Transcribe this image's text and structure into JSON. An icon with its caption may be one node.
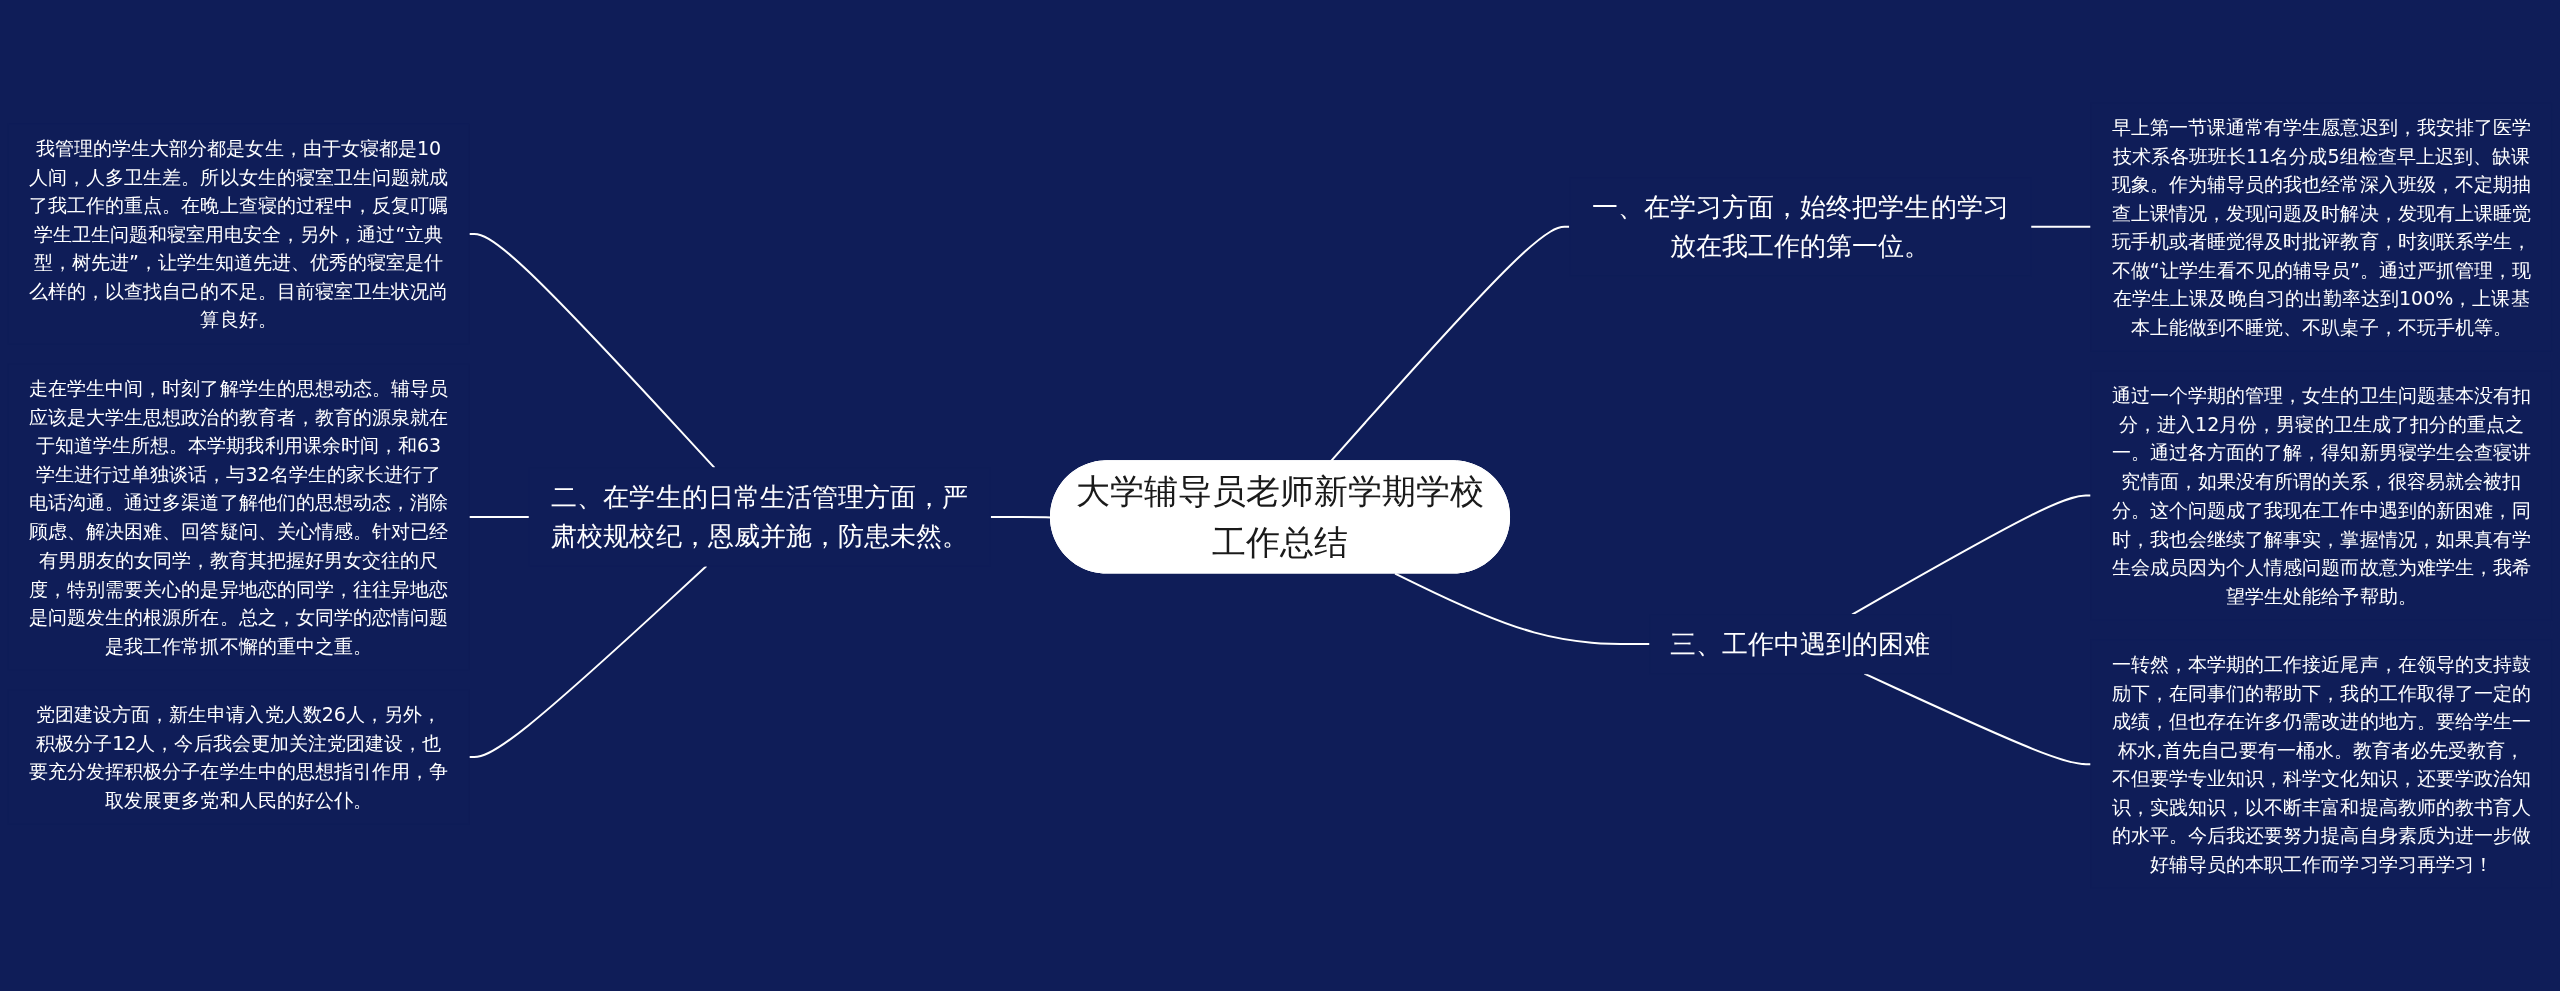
{
  "diagram": {
    "nodes": [
      {
        "text": [
          "大学辅导员老师新学期学校工作总结"
        ]
      },
      {
        "text": [
          "一、在学习方面，始终把学生的学习放在我工作的第一位。"
        ]
      },
      {
        "text": [
          "早上第一节课通常有学生愿意迟到，我安排了医学技术系各班班长11名分成5组检查早上迟到、缺课现象。作为辅导员的我也经常深入班级，不定期抽查上课情况，发现问题及时解决，发现有上课睡觉玩手机或者睡觉得及时批评教育，时刻联系学生，不做“让学生看不见的辅导员”。通过严抓管理，现在学生上课及晚自习的出勤率达到100%，上课基本上能做到不睡觉、不趴桌子，不玩手机等。"
        ]
      },
      {
        "text": [
          "二、在学生的日常生活管理方面，严肃校规校纪，恩威并施，防患未然。"
        ]
      },
      {
        "text": [
          "我管理的学生大部分都是女生，由于女寝都是10人间，人多卫生差。所以女生的寝室卫生问题就成了我工作的重点。在晚上查寝的过程中，反复叮嘱学生卫生问题和寝室用电安全，另外，通过“立典型，树先进”，让学生知道先进、优秀的寝室是什么样的，以查找自己的不足。目前寝室卫生状况尚算良好。"
        ]
      },
      {
        "text": [
          "走在学生中间，时刻了解学生的思想动态。辅导员应该是大学生思想政治的教育者，教育的源泉就在于知道学生所想。本学期我利用课余时间，和63学生进行过单独谈话，与32名学生的家长进行了电话沟通。通过多渠道了解他们的思想动态，消除顾虑、解决困难、回答疑问、关心情感。针对已经有男朋友的女同学，教育其把握好男女交往的尺度，特别需要关心的是异地恋的同学，往往异地恋是问题发生的根源所在。总之，女同学的恋情问题是我工作常抓不懈的重中之重。"
        ]
      },
      {
        "text": [
          "党团建设方面，新生申请入党人数26人，另外，积极分子12人，今后我会更加关注党团建设，也要充分发挥积极分子在学生中的思想指引作用，争取发展更多党和人民的好公仆。"
        ]
      },
      {
        "text": [
          "三、工作中遇到的困难"
        ]
      },
      {
        "text": [
          "通过一个学期的管理，女生的卫生问题基本没有扣分，进入12月份，男寝的卫生成了扣分的重点之一。通过各方面的了解，得知新男寝学生会查寝讲究情面，如果没有所谓的关系，很容易就会被扣分。这个问题成了我现在工作中遇到的新困难，同时，我也会继续了解事实，掌握情况，如果真有学生会成员因为个人情感问题而故意为难学生，我希望学生处能给予帮助。"
        ]
      },
      {
        "text": [
          "一转然，本学期的工作接近尾声，在领导的支持鼓励下，在同事们的帮助下，我的工作取得了一定的成绩，但也存在许多仍需改进的地方。要给学生一杯水,首先自己要有一桶水。教育者必先受教育，不但要学专业知识，科学文化知识，还要学政治知识，实践知识，以不断丰富和提高教师的教书育人的水平。今后我还要努力提高自身素质为进一步做好辅导员的本职工作而学习学习再学习！"
        ]
      }
    ],
    "edges": [
      {
        "from": 4,
        "to": 3,
        "arrow": "none"
      },
      {
        "from": 5,
        "to": 3,
        "arrow": "none"
      },
      {
        "from": 6,
        "to": 3,
        "arrow": "none"
      },
      {
        "from": 3,
        "to": 0,
        "arrow": "none"
      },
      {
        "from": 0,
        "to": 1,
        "arrow": "none"
      },
      {
        "from": 1,
        "to": 2,
        "arrow": "none"
      },
      {
        "from": 0,
        "to": 7,
        "arrow": "none"
      },
      {
        "from": 7,
        "to": 8,
        "arrow": "none"
      },
      {
        "from": 7,
        "to": 9,
        "arrow": "none"
      }
    ]
  }
}
